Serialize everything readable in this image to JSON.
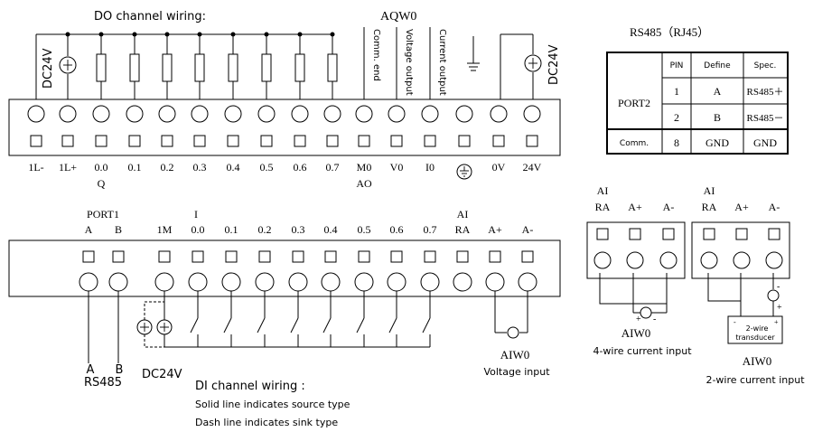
{
  "do_title": "DO channel wiring:",
  "aqw_title": "AQW0",
  "do_vertical": {
    "dc24v_left": "DC24V",
    "dc24v_right": "DC24V",
    "comm_end": "Comm. end",
    "voltage_output": "Voltage output",
    "current_output": "Current output"
  },
  "top_terminals": [
    "1L-",
    "1L+",
    "0.0",
    "0.1",
    "0.2",
    "0.3",
    "0.4",
    "0.5",
    "0.6",
    "0.7",
    "M0",
    "V0",
    "I0",
    "",
    "0V",
    "24V"
  ],
  "top_sub_q": "Q",
  "top_sub_ao": "AO",
  "rs485_table": {
    "title": "RS485（RJ45）",
    "headers": [
      "PIN",
      "Define",
      "Spec."
    ],
    "port_label": "PORT2",
    "rows": [
      {
        "pin": "1",
        "define": "A",
        "spec": "RS485＋"
      },
      {
        "pin": "2",
        "define": "B",
        "spec": "RS485－"
      }
    ],
    "comm_row": {
      "label": "Comm.",
      "pin": "8",
      "define": "GND",
      "spec": "GND"
    }
  },
  "bottom": {
    "port1": "PORT1",
    "i_label": "I",
    "ai_label": "AI",
    "labels": [
      "A",
      "B",
      "1M",
      "0.0",
      "0.1",
      "0.2",
      "0.3",
      "0.4",
      "0.5",
      "0.6",
      "0.7",
      "RA",
      "A+",
      "A-"
    ],
    "rs485_a": "A",
    "rs485_b": "B",
    "rs485": "RS485",
    "dc24v": "DC24V",
    "aiw0": "AIW0",
    "voltage_input": "Voltage input",
    "di_title": "DI channel wiring :",
    "di_line1": "Solid line indicates source type",
    "di_line2": "Dash line indicates sink type"
  },
  "ai_4wire": {
    "ai": "AI",
    "labels": [
      "RA",
      "A+",
      "A-"
    ],
    "aiw0": "AIW0",
    "caption": "4-wire current input"
  },
  "ai_2wire": {
    "ai": "AI",
    "labels": [
      "RA",
      "A+",
      "A-"
    ],
    "transducer": "2-wire",
    "transducer2": "transducer",
    "aiw0": "AIW0",
    "caption": "2-wire current input"
  }
}
